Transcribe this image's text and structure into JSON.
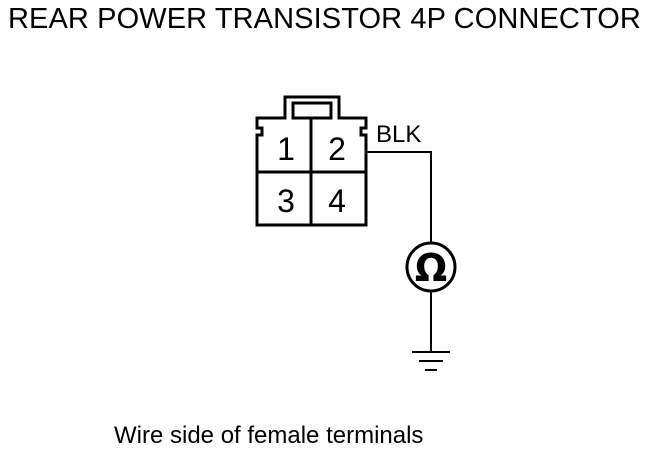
{
  "title": "REAR POWER TRANSISTOR 4P CONNECTOR",
  "connector": {
    "pins": [
      "1",
      "2",
      "3",
      "4"
    ]
  },
  "wire_color": "BLK",
  "meter_symbol": "Ω",
  "caption": "Wire side of female terminals",
  "colors": {
    "line": "#000000",
    "background": "#ffffff"
  }
}
